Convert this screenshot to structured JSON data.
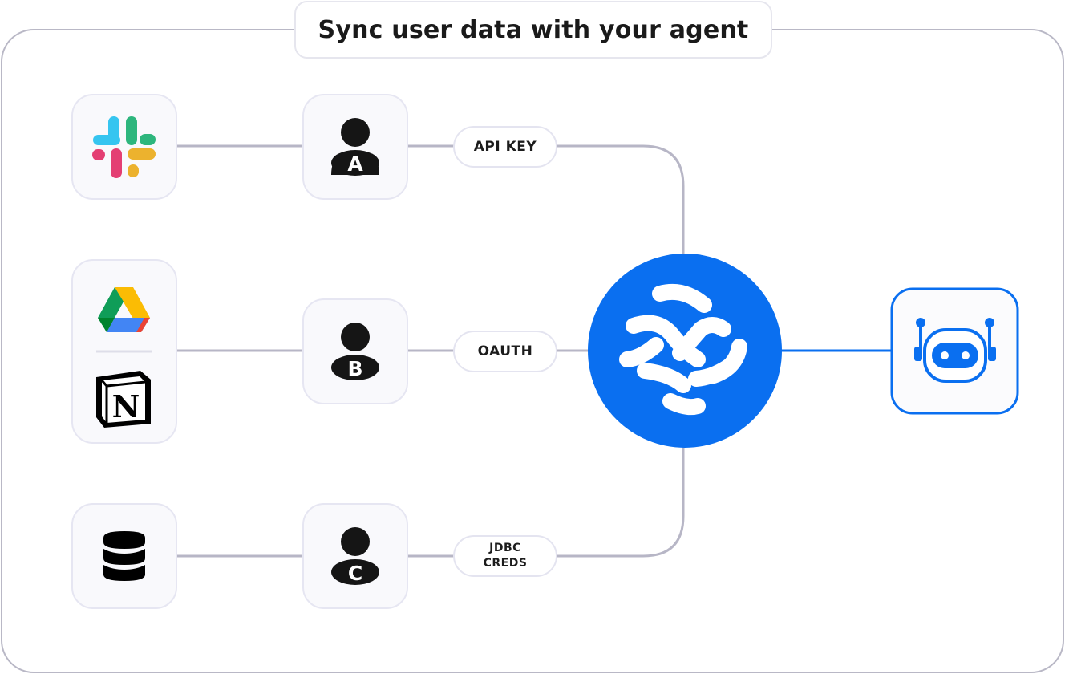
{
  "title": "Sync user data with your agent",
  "users": [
    {
      "letter": "A"
    },
    {
      "letter": "B"
    },
    {
      "letter": "C"
    }
  ],
  "auth_methods": [
    {
      "line1": "API KEY",
      "line2": ""
    },
    {
      "line1": "OAUTH",
      "line2": ""
    },
    {
      "line1": "JDBC",
      "line2": "CREDS"
    }
  ],
  "sources": [
    "slack-logo",
    "google-drive-logo",
    "notion-logo",
    "database-icon"
  ],
  "colors": {
    "accent": "#0a6ff0",
    "connector": "#b7b6c6",
    "card_border": "#e6e6f2",
    "card_bg": "#f9f9fc",
    "frame_border": "#b9b8c6"
  }
}
